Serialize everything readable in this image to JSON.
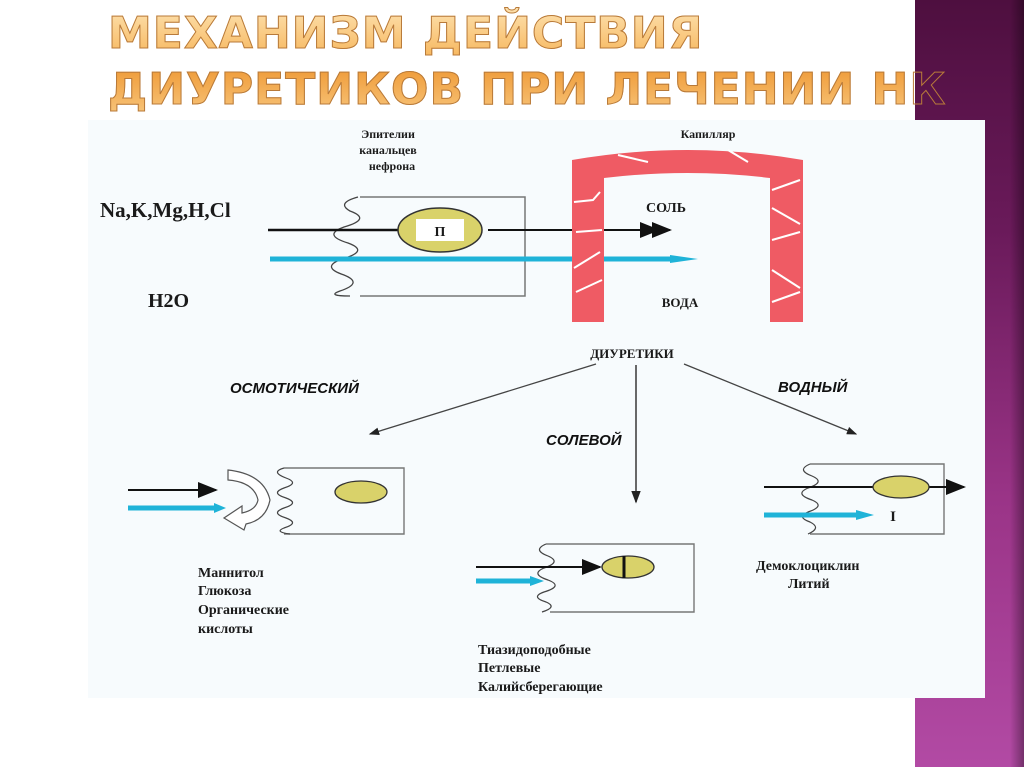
{
  "slide": {
    "title_lines": [
      "МЕХАНИЗМ ДЕЙСТВИЯ",
      "ДИУРЕТИКОВ ПРИ ЛЕЧЕНИИ НК"
    ],
    "colors": {
      "title_fill": "#f6b85a",
      "accent_band": "#8a2a78",
      "capillary": "#ef5b64",
      "water_arrow": "#1fb3d8",
      "nucleus": "#d9d26a"
    }
  },
  "diagram": {
    "top": {
      "ions_label": "Na,K,Mg,H,Cl",
      "water_label": "H2O",
      "epithelium_label": [
        "Эпителии",
        "канальцев",
        "нефрона"
      ],
      "pump_label": "П",
      "capillary_label": "Капилляр",
      "salt_label": "СОЛЬ",
      "water_in_capillary_label": "ВОДА"
    },
    "center_label": "ДИУРЕТИКИ",
    "branches": [
      {
        "type_label": "ОСМОТИЧЕСКИЙ",
        "drugs": [
          "Маннитол",
          "Глюкоза",
          "Органические",
          "кислоты"
        ]
      },
      {
        "type_label": "СОЛЕВОЙ",
        "drugs": [
          "Тиазидоподобные",
          "Петлевые",
          "Калийсберегающие"
        ]
      },
      {
        "type_label": "ВОДНЫЙ",
        "drugs": [
          "Демоклоциклин",
          "Литий"
        ],
        "marker_label": "I"
      }
    ]
  }
}
